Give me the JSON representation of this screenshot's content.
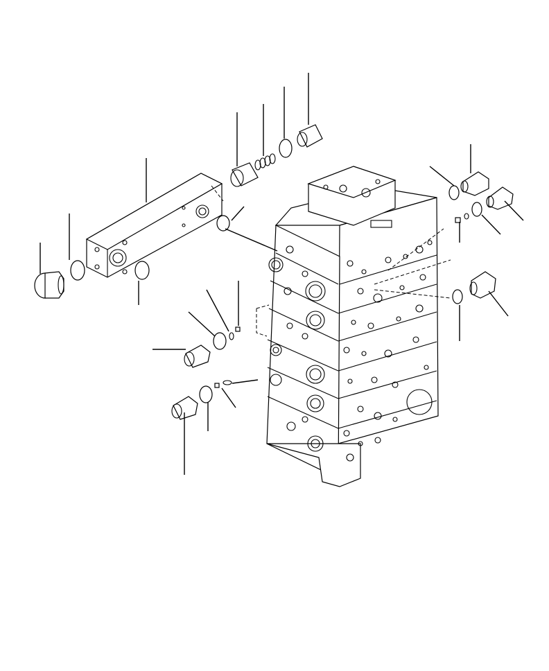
{
  "diagram": {
    "kind": "exploded-parts-view",
    "subject": "control-valve-assembly",
    "colors": {
      "line": "#000000",
      "background": "#ffffff"
    },
    "callout_count": 20,
    "printed_text": []
  }
}
